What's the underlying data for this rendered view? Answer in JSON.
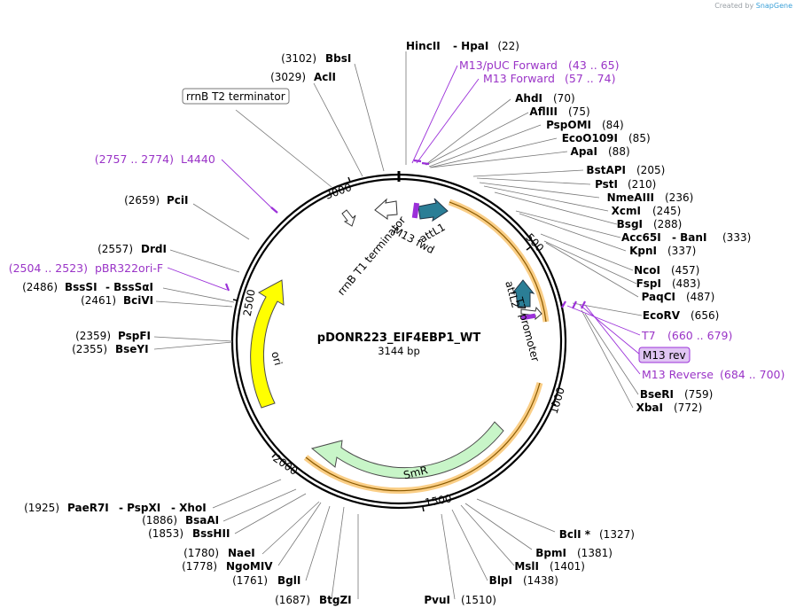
{
  "credit": {
    "prefix": "Created by",
    "brand": "SnapGene"
  },
  "plasmid": {
    "name": "pDONR223_EIF4EBP1_WT",
    "length_label": "3144 bp",
    "length": 3144
  },
  "ticks": [
    "500",
    "1000",
    "1500",
    "2000",
    "2500",
    "3000"
  ],
  "features": [
    {
      "label": "attL1",
      "color": "#2b7e96"
    },
    {
      "label": "M13 fwd",
      "color": "#9b30d9"
    },
    {
      "label": "attL2",
      "color": "#2b7e96"
    },
    {
      "label": "T7 promoter",
      "color": "#ffffff"
    },
    {
      "label": "SmR",
      "color": "#c8f5c8"
    },
    {
      "label": "ori",
      "color": "#ffff00"
    },
    {
      "label": "rrnB T1 terminator",
      "color": "#ffffff"
    },
    {
      "label": "rrnB T2 terminator",
      "color": "#ffffff"
    }
  ],
  "sites": [
    {
      "name": "HincII",
      "pos": "",
      "bp": 22
    },
    {
      "name": "- HpaI",
      "pos": "(22)",
      "bp": 22
    },
    {
      "name": "AhdI",
      "pos": "(70)",
      "bp": 70
    },
    {
      "name": "AflIII",
      "pos": "(75)",
      "bp": 75
    },
    {
      "name": "PspOMI",
      "pos": "(84)",
      "bp": 84
    },
    {
      "name": "EcoO109I",
      "pos": "(85)",
      "bp": 85
    },
    {
      "name": "ApaI",
      "pos": "(88)",
      "bp": 88
    },
    {
      "name": "BstAPI",
      "pos": "(205)",
      "bp": 205
    },
    {
      "name": "PstI",
      "pos": "(210)",
      "bp": 210
    },
    {
      "name": "NmeAIII",
      "pos": "(236)",
      "bp": 236
    },
    {
      "name": "XcmI",
      "pos": "(245)",
      "bp": 245
    },
    {
      "name": "BsgI",
      "pos": "(288)",
      "bp": 288
    },
    {
      "name": "Acc65I",
      "pos": "",
      "bp": 333
    },
    {
      "name": "- BanI",
      "pos": "(333)",
      "bp": 333
    },
    {
      "name": "KpnI",
      "pos": "(337)",
      "bp": 337
    },
    {
      "name": "NcoI",
      "pos": "(457)",
      "bp": 457
    },
    {
      "name": "FspI",
      "pos": "(483)",
      "bp": 483
    },
    {
      "name": "PaqCI",
      "pos": "(487)",
      "bp": 487
    },
    {
      "name": "EcoRV",
      "pos": "(656)",
      "bp": 656
    },
    {
      "name": "BseRI",
      "pos": "(759)",
      "bp": 759
    },
    {
      "name": "XbaI",
      "pos": "(772)",
      "bp": 772
    },
    {
      "name": "BclI *",
      "pos": "(1327)",
      "bp": 1327
    },
    {
      "name": "BpmI",
      "pos": "(1381)",
      "bp": 1381
    },
    {
      "name": "MslI",
      "pos": "(1401)",
      "bp": 1401
    },
    {
      "name": "BlpI",
      "pos": "(1438)",
      "bp": 1438
    },
    {
      "name": "PvuI",
      "pos": "(1510)",
      "bp": 1510
    },
    {
      "name": "BtgZI",
      "pos": "(1687)",
      "bp": 1687
    },
    {
      "name": "BglI",
      "pos": "(1761)",
      "bp": 1761
    },
    {
      "name": "NgoMIV",
      "pos": "(1778)",
      "bp": 1778
    },
    {
      "name": "NaeI",
      "pos": "(1780)",
      "bp": 1780
    },
    {
      "name": "BssHII",
      "pos": "(1853)",
      "bp": 1853
    },
    {
      "name": "BsaAI",
      "pos": "(1886)",
      "bp": 1886
    },
    {
      "name": "PaeR7I",
      "pos": "(1925)",
      "bp": 1925
    },
    {
      "name": "- PspXI",
      "pos": "",
      "bp": 1925
    },
    {
      "name": "- XhoI",
      "pos": "",
      "bp": 1925
    },
    {
      "name": "BseYI",
      "pos": "(2355)",
      "bp": 2355
    },
    {
      "name": "PspFI",
      "pos": "(2359)",
      "bp": 2359
    },
    {
      "name": "BciVI",
      "pos": "(2461)",
      "bp": 2461
    },
    {
      "name": "BssSI",
      "pos": "(2486)",
      "bp": 2486
    },
    {
      "name": "- BssSαI",
      "pos": "",
      "bp": 2486
    },
    {
      "name": "DrdI",
      "pos": "(2557)",
      "bp": 2557
    },
    {
      "name": "PciI",
      "pos": "(2659)",
      "bp": 2659
    },
    {
      "name": "AclI",
      "pos": "(3029)",
      "bp": 3029
    },
    {
      "name": "BbsI",
      "pos": "(3102)",
      "bp": 3102
    }
  ],
  "primers": [
    {
      "name": "M13/pUC Forward",
      "range": "(43 .. 65)"
    },
    {
      "name": "M13 Forward",
      "range": "(57 .. 74)"
    },
    {
      "name": "T7",
      "range": "(660 .. 679)"
    },
    {
      "name": "M13 rev",
      "range": ""
    },
    {
      "name": "M13 Reverse",
      "range": "(684 .. 700)"
    },
    {
      "name": "L4440",
      "range": "(2757 .. 2774)"
    },
    {
      "name": "pBR322ori-F",
      "range": "(2504 .. 2523)"
    }
  ],
  "colors": {
    "primer": "#9b30d9",
    "orf_highlight": "#f5a623",
    "backbone": "#000000"
  }
}
